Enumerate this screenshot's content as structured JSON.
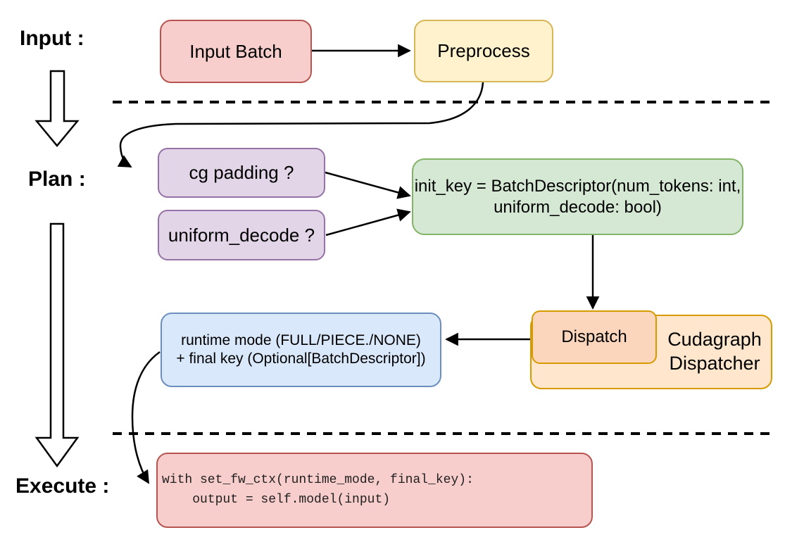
{
  "diagram": {
    "stage_labels": {
      "input": "Input :",
      "plan": "Plan :",
      "execute": "Execute :"
    },
    "nodes": {
      "input_batch": {
        "label": "Input Batch"
      },
      "preprocess": {
        "label": "Preprocess"
      },
      "cg_padding": {
        "label": "cg padding ?"
      },
      "uniform_decode": {
        "label": "uniform_decode ?"
      },
      "init_key": {
        "line1": "init_key = BatchDescriptor(num_tokens: int,",
        "line2": "uniform_decode: bool)"
      },
      "dispatch": {
        "label": "Dispatch"
      },
      "cudagraph_dispatcher": {
        "line1": "Cudagraph",
        "line2": "Dispatcher"
      },
      "runtime_mode": {
        "line1": "runtime mode (FULL/PIECE./NONE)",
        "line2": "+ final key (Optional[BatchDescriptor])"
      },
      "execute_code": {
        "line1": "with set_fw_ctx(runtime_mode, final_key):",
        "line2": "    output = self.model(input)"
      }
    },
    "colors": {
      "red_fill": "#f8cecc",
      "red_stroke": "#b85450",
      "yellow_fill": "#fff2cc",
      "yellow_stroke": "#d6b656",
      "purple_fill": "#e1d5e7",
      "purple_stroke": "#9673a6",
      "green_fill": "#d5e8d4",
      "green_stroke": "#82b366",
      "orange_fill": "#ffe6cc",
      "orange_stroke": "#d79b00",
      "dispatch_fill": "#fbd6bc",
      "blue_fill": "#dae8fc",
      "blue_stroke": "#6c8ebf",
      "arrow_color": "#000000"
    }
  }
}
